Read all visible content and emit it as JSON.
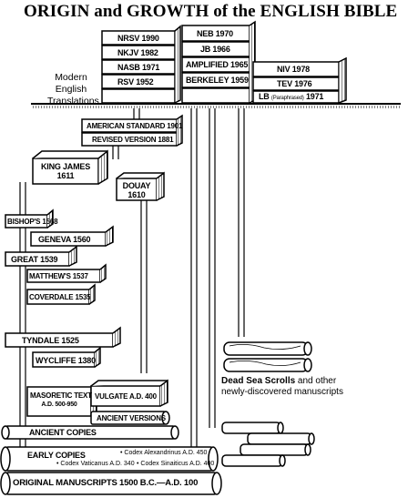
{
  "title": "ORIGIN and GROWTH of the ENGLISH BIBLE",
  "modern_label": [
    "Modern",
    "English",
    "Translations"
  ],
  "modern_column_1": [
    "NRSV 1990",
    "NKJV 1982",
    "NASB 1971",
    "RSV 1952"
  ],
  "modern_column_2": [
    "NEB 1970",
    "JB 1966",
    "AMPLIFIED 1965",
    "BERKELEY 1959"
  ],
  "modern_column_3": [
    "NIV 1978",
    "TEV 1976"
  ],
  "lb_label": "LB",
  "lb_note": "(Paraphrased)",
  "lb_year": "1971",
  "american_standard": "AMERICAN STANDARD 1901",
  "revised_version": "REVISED VERSION 1881",
  "king_james": [
    "KING JAMES",
    "1611"
  ],
  "douay": [
    "DOUAY",
    "1610"
  ],
  "bishops": "BISHOP'S 1568",
  "geneva": "GENEVA 1560",
  "great": "GREAT 1539",
  "matthews": "MATTHEW'S 1537",
  "coverdale": "COVERDALE 1535",
  "tyndale": "TYNDALE 1525",
  "wycliffe": "WYCLIFFE 1380",
  "masoretic": [
    "MASORETIC TEXT",
    "A.D. 500-950"
  ],
  "vulgate": "VULGATE A.D. 400",
  "ancient_versions": "ANCIENT VERSIONS",
  "ancient_copies": "ANCIENT COPIES",
  "early_copies": "EARLY COPIES",
  "codex_alexandrinus": "• Codex Alexandrinus A.D. 450",
  "codex_vaticanus": "• Codex Vaticanus A.D. 340",
  "codex_sinaiticus": "• Codex Sinaiticus A.D. 400",
  "original_manuscripts": "ORIGINAL MANUSCRIPTS 1500 B.C.—A.D. 100",
  "dead_sea_bold": "Dead Sea Scrolls",
  "dead_sea_rest": " and other newly-discovered manuscripts"
}
